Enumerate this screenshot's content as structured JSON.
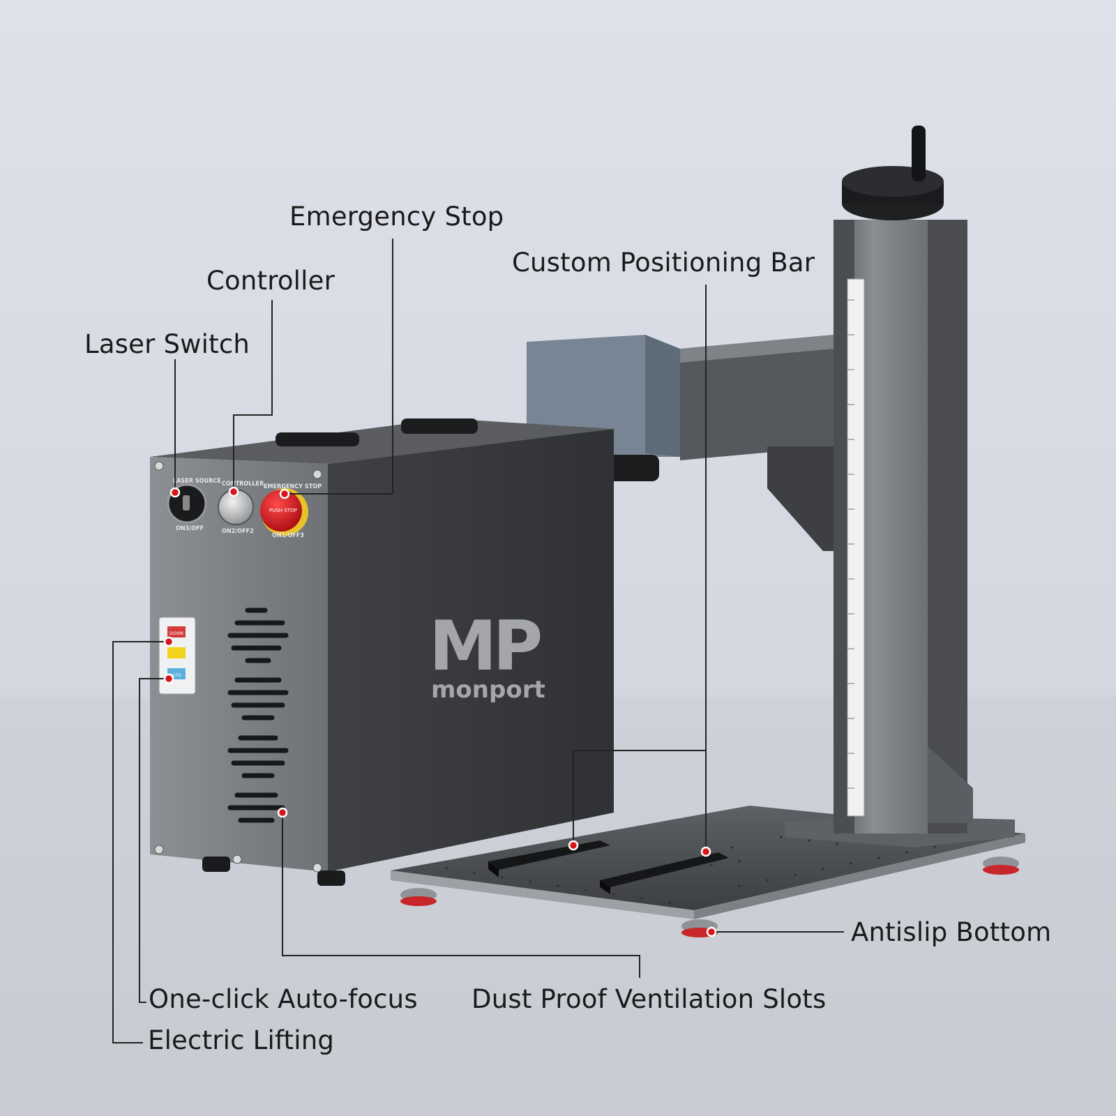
{
  "callouts": {
    "emergency_stop": "Emergency Stop",
    "controller": "Controller",
    "laser_switch": "Laser Switch",
    "positioning_bar": "Custom Positioning Bar",
    "antislip": "Antislip Bottom",
    "dust_proof": "Dust Proof Ventilation Slots",
    "auto_focus": "One-click Auto-focus",
    "electric_lifting": "Electric Lifting"
  },
  "panel": {
    "laser_source": "LASER SOURCE",
    "laser_source_state": "ON3/OFF",
    "controller": "CONTROLLER",
    "controller_state": "ON2/OFF2",
    "emergency_stop": "EMERGENCY STOP",
    "emergency_state": "ON1/OFF3",
    "push_stop": "PUSH STOP",
    "lift_down": "DOWN",
    "lift_auto": "AUTO"
  },
  "brand": {
    "logo_mark": "MP",
    "logo_name": "monport"
  },
  "colors": {
    "background_top": "#dcdee7",
    "background_floor": "#ccced6",
    "accent_red": "#d7161c",
    "machine_body": "#3b3d40"
  }
}
